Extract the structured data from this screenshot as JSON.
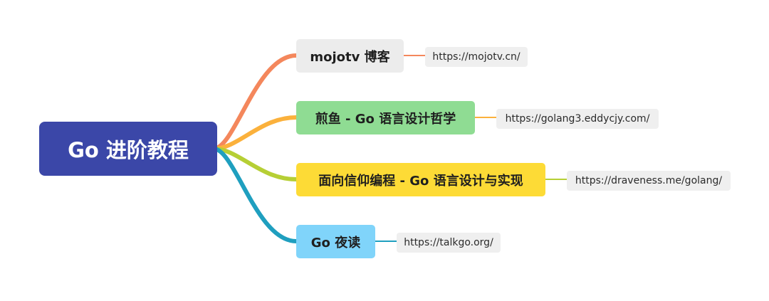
{
  "root": {
    "label": "Go 进阶教程",
    "color": "#3b47a8"
  },
  "branches": [
    {
      "label": "mojotv 博客",
      "link": "https://mojotv.cn/",
      "color": "#f4875c",
      "fill": "#ececec"
    },
    {
      "label": "煎鱼 - Go 语言设计哲学",
      "link": "https://golang3.eddycjy.com/",
      "color": "#fbb13c",
      "fill": "#8fdc93"
    },
    {
      "label": "面向信仰编程 - Go 语言设计与实现",
      "link": "https://draveness.me/golang/",
      "color": "#b6cf35",
      "fill": "#fddb36"
    },
    {
      "label": "Go 夜读",
      "link": "https://talkgo.org/",
      "color": "#1f9fbf",
      "fill": "#80d4fa"
    }
  ]
}
